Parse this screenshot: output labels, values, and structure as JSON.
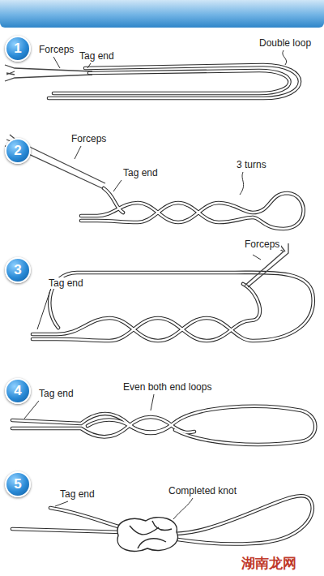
{
  "diagram": {
    "nodes": [
      {
        "text": [
          "1"
        ]
      },
      {
        "text": [
          "2"
        ]
      },
      {
        "text": [
          "3"
        ]
      },
      {
        "text": [
          "4"
        ]
      },
      {
        "text": [
          "5"
        ]
      }
    ],
    "labels": [
      "Forceps",
      "Tag end",
      "Double loop",
      "Forceps",
      "Tag end",
      "3 turns",
      "Forceps",
      "Tag end",
      "Tag end",
      "Even both end loops",
      "Tag end",
      "Completed knot",
      "湖南龙网"
    ]
  }
}
